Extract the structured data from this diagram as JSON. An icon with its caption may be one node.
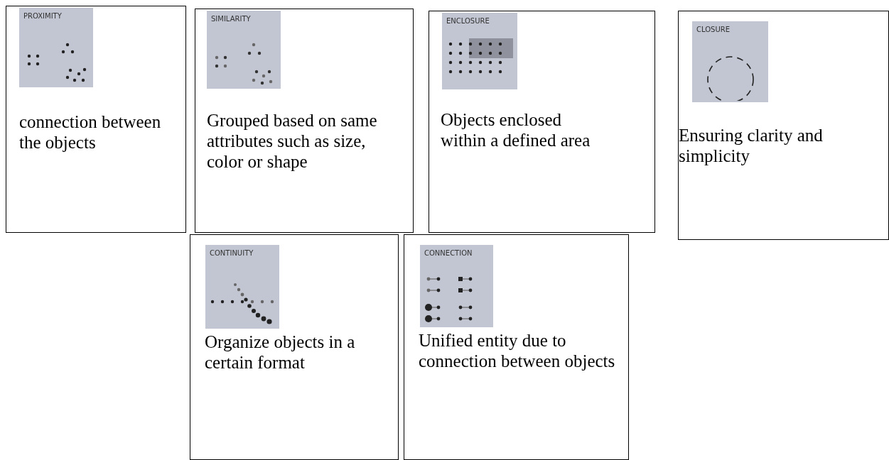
{
  "diagram": {
    "nodes": [
      {
        "text": [
          "connection between the objects"
        ]
      },
      {
        "text": [
          "PROXIMITY"
        ],
        "in": 0
      },
      {
        "text": [
          "Grouped based on same attributes such as size, color or shape"
        ]
      },
      {
        "text": [
          "SIMILARITY"
        ],
        "in": 2
      },
      {
        "text": [
          "Objects enclosed within a defined area"
        ]
      },
      {
        "text": [
          "ENCLOSURE"
        ],
        "in": 4
      },
      {
        "text": [
          "Ensuring clarity and simplicity"
        ]
      },
      {
        "text": [
          "CLOSURE"
        ],
        "in": 6
      },
      {
        "text": [
          "Organize objects in a certain format"
        ]
      },
      {
        "text": [
          "CONTINUITY"
        ],
        "in": 8
      },
      {
        "text": [
          "Unified entity due to connection between objects"
        ]
      },
      {
        "text": [
          "CONNECTION"
        ],
        "in": 10
      }
    ],
    "edges": []
  }
}
